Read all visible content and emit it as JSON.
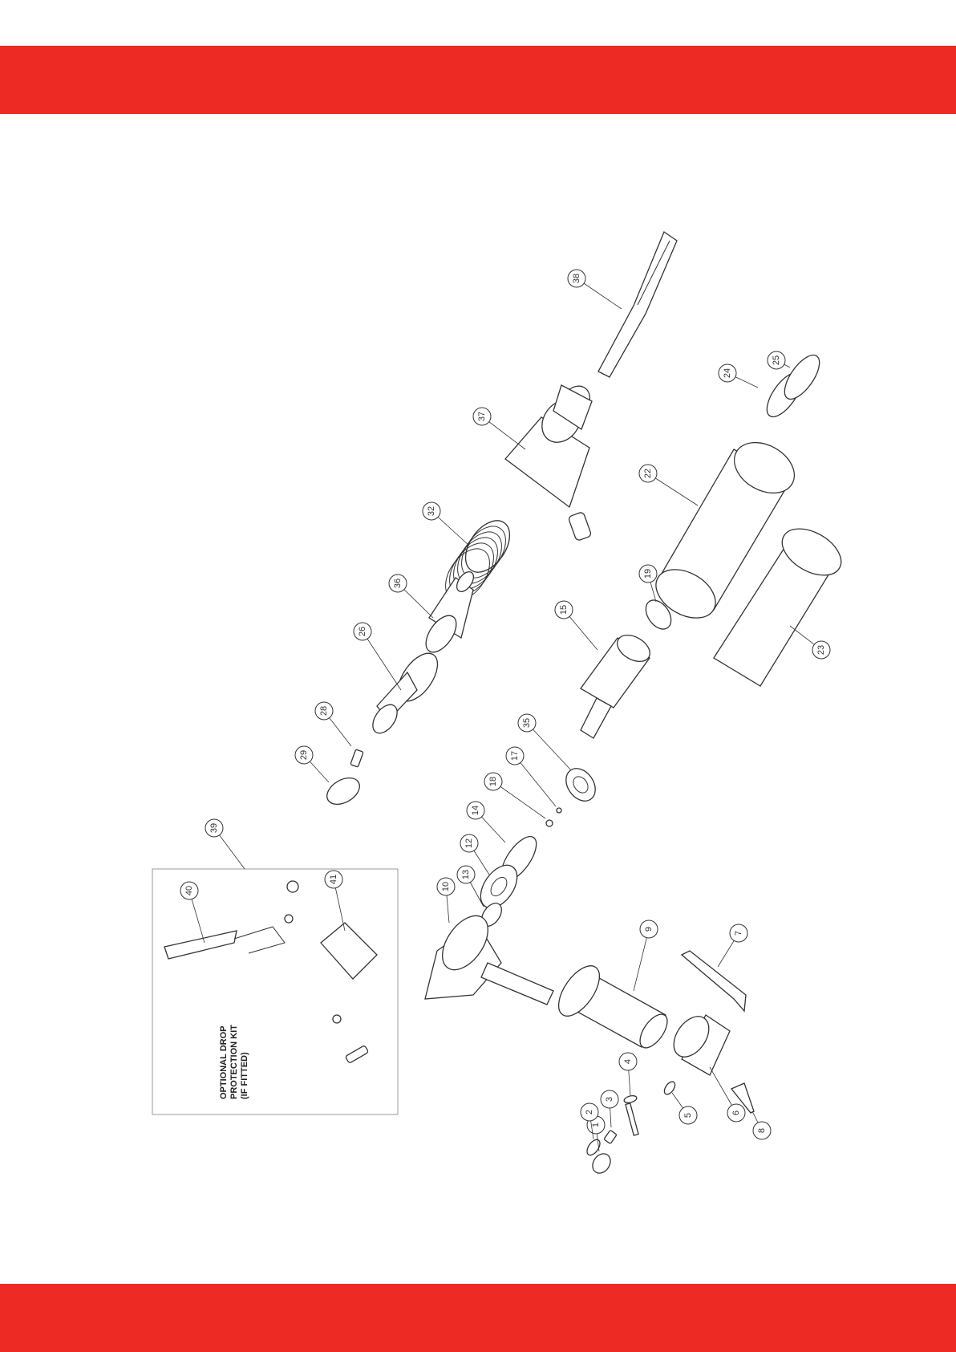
{
  "colors": {
    "band": "#ee2a24",
    "line": "#333333"
  },
  "callouts": [
    {
      "id": "1",
      "label": "1"
    },
    {
      "id": "2",
      "label": "2"
    },
    {
      "id": "3",
      "label": "3"
    },
    {
      "id": "4",
      "label": "4"
    },
    {
      "id": "5",
      "label": "5"
    },
    {
      "id": "6",
      "label": "6"
    },
    {
      "id": "7",
      "label": "7"
    },
    {
      "id": "8",
      "label": "8"
    },
    {
      "id": "9",
      "label": "9"
    },
    {
      "id": "10",
      "label": "10"
    },
    {
      "id": "12",
      "label": "12"
    },
    {
      "id": "13",
      "label": "13"
    },
    {
      "id": "14",
      "label": "14"
    },
    {
      "id": "15",
      "label": "15"
    },
    {
      "id": "17",
      "label": "17"
    },
    {
      "id": "18",
      "label": "18"
    },
    {
      "id": "19",
      "label": "19"
    },
    {
      "id": "22",
      "label": "22"
    },
    {
      "id": "23",
      "label": "23"
    },
    {
      "id": "24",
      "label": "24"
    },
    {
      "id": "25",
      "label": "25"
    },
    {
      "id": "26",
      "label": "26"
    },
    {
      "id": "28",
      "label": "28"
    },
    {
      "id": "29",
      "label": "29"
    },
    {
      "id": "32",
      "label": "32"
    },
    {
      "id": "35",
      "label": "35"
    },
    {
      "id": "36",
      "label": "36"
    },
    {
      "id": "37",
      "label": "37"
    },
    {
      "id": "38",
      "label": "38"
    },
    {
      "id": "39",
      "label": "39"
    },
    {
      "id": "40",
      "label": "40"
    },
    {
      "id": "41",
      "label": "41"
    }
  ],
  "kit_label": {
    "line1": "OPTIONAL DROP",
    "line2": "PROTECTION KIT",
    "line3": "(IF FITTED)"
  }
}
